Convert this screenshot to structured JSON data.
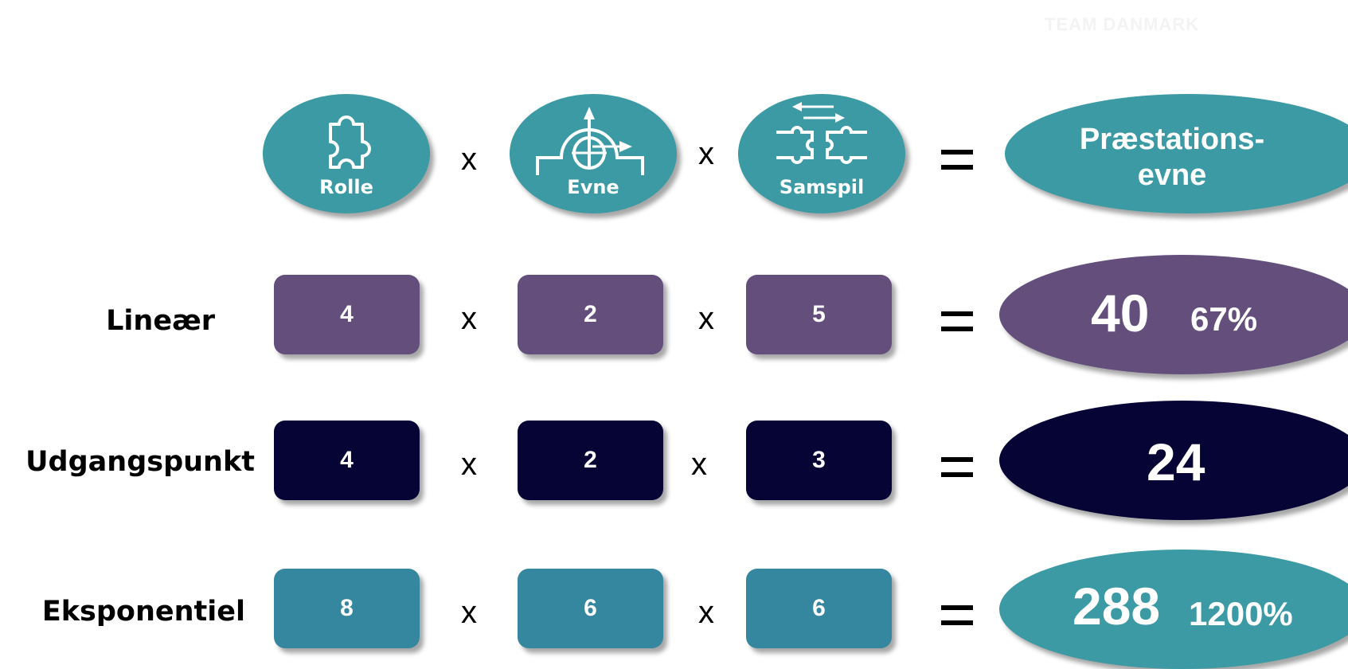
{
  "watermark": "TEAM DANMARK",
  "header": {
    "factors": [
      {
        "label": "Rolle",
        "icon": "puzzle-piece-icon"
      },
      {
        "label": "Evne",
        "icon": "target-arrow-icon"
      },
      {
        "label": "Samspil",
        "icon": "interlocking-puzzle-icon"
      }
    ],
    "operators": [
      "x",
      "x"
    ],
    "result_label_line1": "Præstations-",
    "result_label_line2": "evne"
  },
  "rows": [
    {
      "label": "Lineær",
      "values": [
        "4",
        "2",
        "5"
      ],
      "operators": [
        "x",
        "x"
      ],
      "result": "40",
      "percent": "67%",
      "color": "#634e7c"
    },
    {
      "label": "Udgangspunkt",
      "values": [
        "4",
        "2",
        "3"
      ],
      "operators": [
        "x",
        "x"
      ],
      "result": "24",
      "percent": "",
      "color": "#050435"
    },
    {
      "label": "Eksponentiel",
      "values": [
        "8",
        "6",
        "6"
      ],
      "operators": [
        "x",
        "x"
      ],
      "result": "288",
      "percent": "1200%",
      "color": "#34879e"
    }
  ],
  "colors": {
    "header_teal": "#3b9aa4",
    "result_teal": "#3b9aa4"
  }
}
